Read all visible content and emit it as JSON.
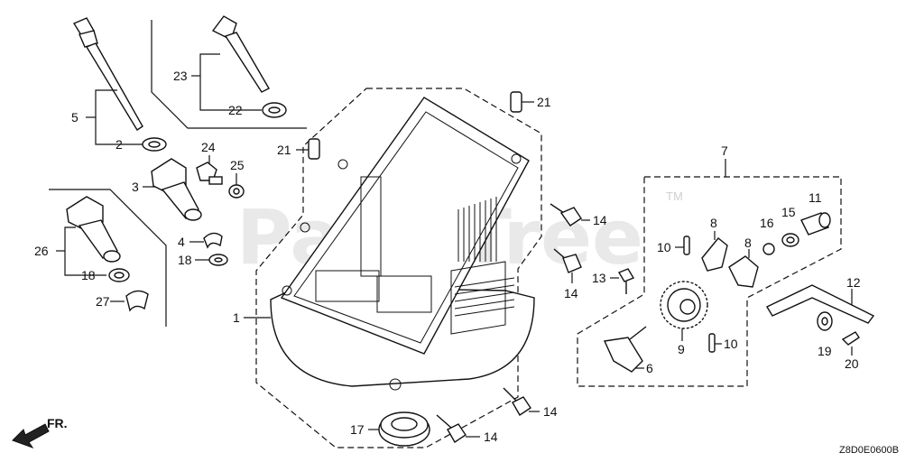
{
  "diagram": {
    "watermark": "PartsTree",
    "trademark": "TM",
    "front_indicator": "FR.",
    "diagram_code": "Z8D0E0600B",
    "callouts": {
      "c1": "1",
      "c2": "2",
      "c3": "3",
      "c4": "4",
      "c5": "5",
      "c6": "6",
      "c7": "7",
      "c8a": "8",
      "c8b": "8",
      "c9": "9",
      "c10a": "10",
      "c10b": "10",
      "c11": "11",
      "c12": "12",
      "c13": "13",
      "c14a": "14",
      "c14b": "14",
      "c14c": "14",
      "c14d": "14",
      "c15": "15",
      "c16": "16",
      "c17": "17",
      "c18a": "18",
      "c18b": "18",
      "c19": "19",
      "c20": "20",
      "c21a": "21",
      "c21b": "21",
      "c22": "22",
      "c23": "23",
      "c24": "24",
      "c25": "25",
      "c26": "26",
      "c27": "27"
    }
  }
}
